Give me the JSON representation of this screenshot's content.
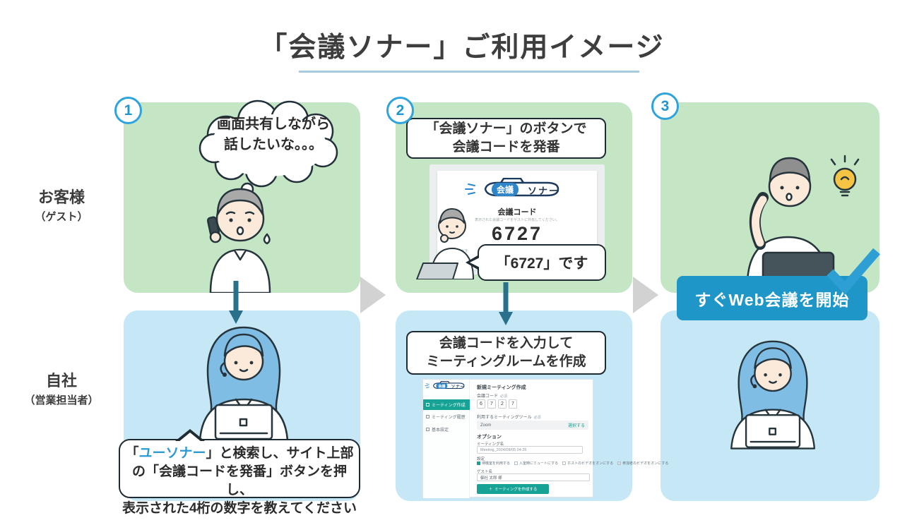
{
  "title": {
    "text": "「会議ソナー」ご利用イメージ"
  },
  "row_labels": {
    "customer": "お客様",
    "customer_sub": "（ゲスト）",
    "company": "自社",
    "company_sub": "（営業担当者）"
  },
  "badges": {
    "step1": "1",
    "step2": "2",
    "step3": "3"
  },
  "step1": {
    "thought_line1": "画面共有しながら",
    "thought_line2": "話したいな。。。",
    "callout": {
      "l1a": "「",
      "l1b": "ユーソナー",
      "l1c": "」と検索し、サイト上部",
      "line2": "の「会議コードを発番」ボタンを押し、",
      "line3": "表示された4桁の数字を教えてください"
    }
  },
  "step2": {
    "top_box_line1": "「会議ソナー」のボタンで",
    "top_box_line2": "会議コードを発番",
    "guest_screen": {
      "logo_badge": "会議",
      "logo_text": "ソナー",
      "code_label": "会議コード",
      "hint": "表示された会議コードをゲストに共有してください。",
      "code": "6727",
      "hint2": "会議コードを"
    },
    "bubble_text": "「6727」です",
    "bottom_box_line1": "会議コードを入力して",
    "bottom_box_line2": "ミーティングルームを作成",
    "admin_screen": {
      "logo_badge": "会議",
      "logo_text": "ソナー",
      "nav1": "ミーティング作成",
      "nav2": "ミーティング履歴",
      "nav3": "基本設定",
      "heading": "新規ミーティング作成",
      "code_label": "会議コード",
      "required": "必須",
      "digit1": "6",
      "digit2": "7",
      "digit3": "2",
      "digit4": "7",
      "tool_label": "利用するミーティングツール",
      "tool_value": "Zoom",
      "tool_button": "選択する",
      "option_label": "オプション",
      "name_label": "ミーティング名",
      "name_value": "Meeting_2024/08/05 04:26",
      "setting_label": "設定",
      "check1": "待機室を利用する",
      "check2": "入室時にミュートにする",
      "check3": "ホストのビデオをオンにする",
      "check4": "参加者のビデオをオンにする",
      "guest_label": "ゲスト名",
      "guest_value": "御社 太郎 様",
      "submit_plus": "＋",
      "submit_label": "ミーティングを作成する"
    }
  },
  "step3": {
    "banner": "すぐWeb会議を開始"
  },
  "colors": {
    "green_panel": "#c5e6c5",
    "blue_panel": "#c6e7f6",
    "accent_blue": "#2fa3dc",
    "banner_blue": "#1e96c8",
    "teal_arrow": "#29708a",
    "admin_teal": "#16a295",
    "highlight_text": "#2e9ad2"
  }
}
